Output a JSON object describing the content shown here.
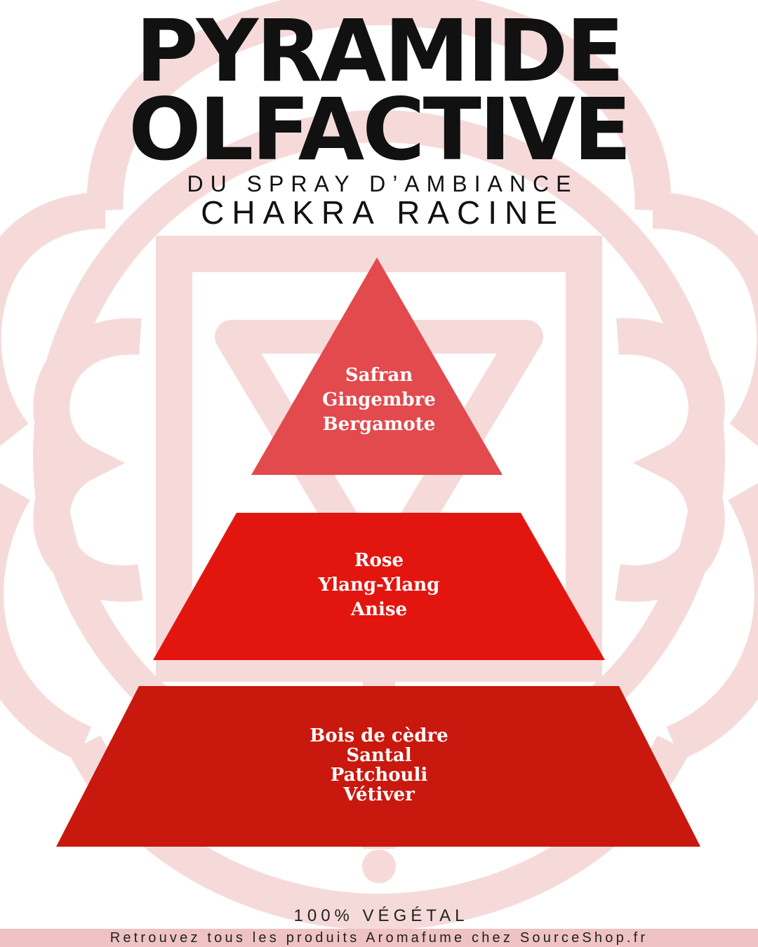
{
  "header": {
    "title_line1": "PYRAMIDE",
    "title_line2": "OLFACTIVE",
    "subtitle_line1": "DU SPRAY D’AMBIANCE",
    "subtitle_line2": "CHAKRA RACINE"
  },
  "pyramid": {
    "top_notes": [
      "Safran",
      "Gingembre",
      "Bergamote"
    ],
    "heart_notes": [
      "Rose",
      "Ylang-Ylang",
      "Anise"
    ],
    "base_notes": [
      "Bois de cèdre",
      "Santal",
      "Patchouli",
      "Vétiver"
    ]
  },
  "footer": {
    "claim": "100% VÉGÉTAL",
    "banner": "Retrouvez tous les produits Aromafume chez SourceShop.fr"
  },
  "colors": {
    "top_tier": "#e24a4d",
    "heart_tier": "#e3160f",
    "base_tier": "#c9180d",
    "background_symbol": "#f6dada",
    "footer_bar": "#efc3c3",
    "title": "#111111"
  },
  "icons": {
    "background": "root-chakra-symbol"
  }
}
